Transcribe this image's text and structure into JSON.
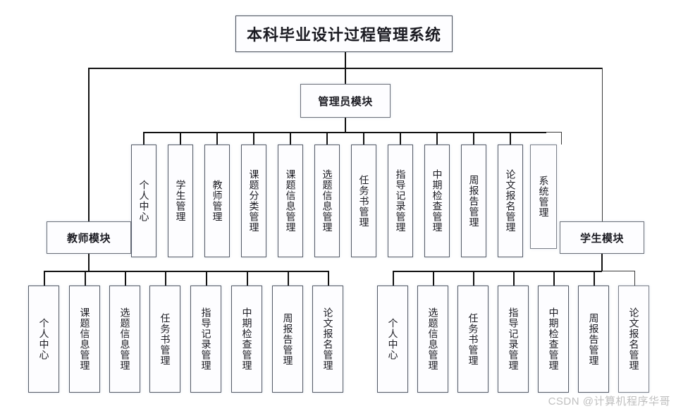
{
  "diagram": {
    "title": "本科毕业设计过程管理系统",
    "type": "tree",
    "root": {
      "label": "本科毕业设计过程管理系统"
    },
    "modules": [
      {
        "key": "admin",
        "label": "管理员模块"
      },
      {
        "key": "teacher",
        "label": "教师模块"
      },
      {
        "key": "student",
        "label": "学生模块"
      }
    ],
    "admin_children": [
      {
        "label": "个人中心"
      },
      {
        "label": "学生管理"
      },
      {
        "label": "教师管理"
      },
      {
        "label": "课题分类管理"
      },
      {
        "label": "课题信息管理"
      },
      {
        "label": "选题信息管理"
      },
      {
        "label": "任务书管理"
      },
      {
        "label": "指导记录管理"
      },
      {
        "label": "中期检查管理"
      },
      {
        "label": "周报告管理"
      },
      {
        "label": "论文报名管理"
      },
      {
        "label": "系统管理"
      }
    ],
    "teacher_children": [
      {
        "label": "个人中心"
      },
      {
        "label": "课题信息管理"
      },
      {
        "label": "选题信息管理"
      },
      {
        "label": "任务书管理"
      },
      {
        "label": "指导记录管理"
      },
      {
        "label": "中期检查管理"
      },
      {
        "label": "周报告管理"
      },
      {
        "label": "论文报名管理"
      }
    ],
    "student_children": [
      {
        "label": "个人中心"
      },
      {
        "label": "选题信息管理"
      },
      {
        "label": "任务书管理"
      },
      {
        "label": "指导记录管理"
      },
      {
        "label": "中期检查管理"
      },
      {
        "label": "周报告管理"
      },
      {
        "label": "论文报名管理"
      }
    ]
  },
  "watermark": {
    "text": "CSDN @计算机程序华哥"
  },
  "colors": {
    "background": "#ffffff",
    "box_fill": "#fdfdff",
    "box_border": "#555b66",
    "connector": "#111111",
    "text": "#1b1b22",
    "watermark": "#bfbfbf"
  }
}
